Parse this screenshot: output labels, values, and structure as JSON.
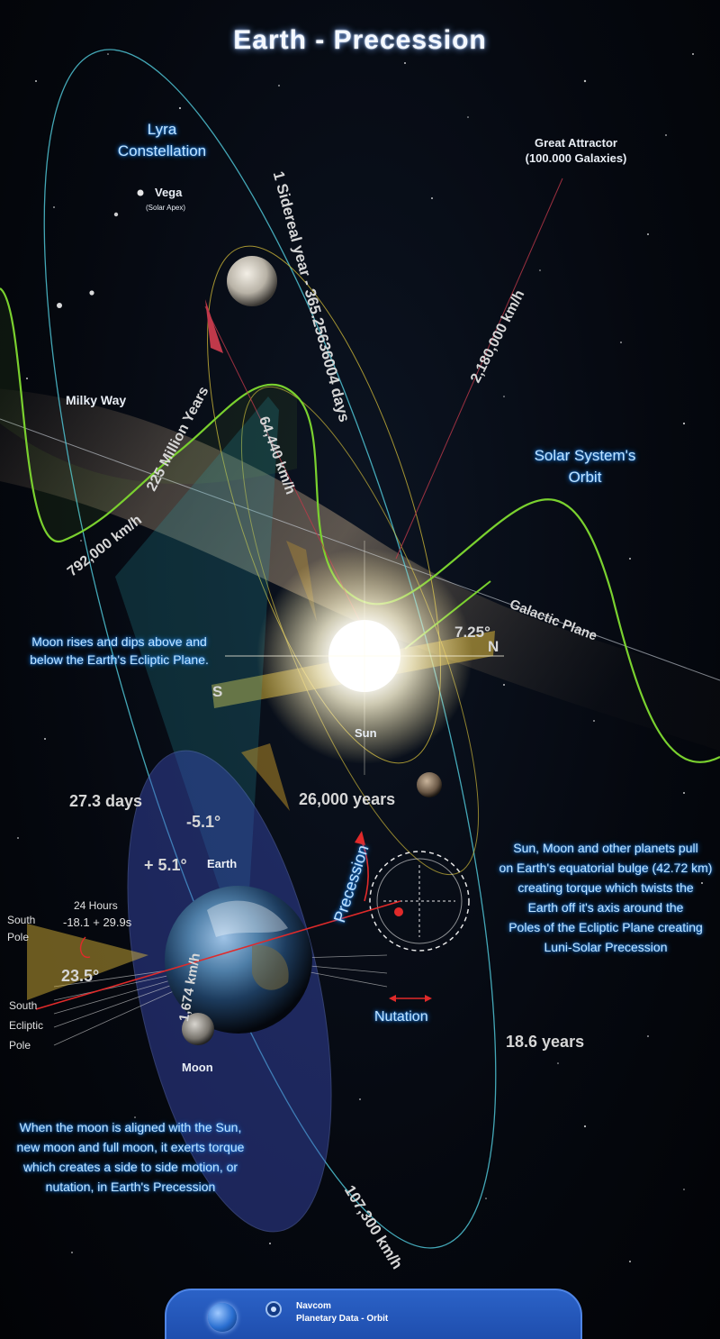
{
  "title": "Earth - Precession",
  "labels": {
    "lyra": "Lyra\nConstellation",
    "vega": "Vega",
    "solar_apex": "(Solar Apex)",
    "great_attractor": "Great Attractor\n(100.000 Galaxies)",
    "milky_way": "Milky Way",
    "solar_orbit": "Solar System's\nOrbit",
    "galactic_plane": "Galactic Plane",
    "sun": "Sun",
    "earth": "Earth",
    "moon": "Moon",
    "precession": "Precession",
    "nutation": "Nutation",
    "south_pole": "South\nPole",
    "south_ecliptic_pole": "South\nEcliptic\nPole",
    "north_mark": "N",
    "south_mark": "S"
  },
  "values": {
    "sidereal_year": "1 Sidereal year - 365.25636004 days",
    "speed_attractor": "2,180,000 km/h",
    "speed_sun": "64,440 km/h",
    "galactic_year": "225 Million Years",
    "speed_galactic": "792,000 km/h",
    "galactic_tilt": "7.25°",
    "moon_period": "27.3 days",
    "moon_incl_neg": "-5.1°",
    "moon_incl_pos": "+ 5.1°",
    "precession_period": "26,000 years",
    "day_label": "24 Hours",
    "day_value": "-18.1 + 29.9s",
    "axial_tilt": "23.5°",
    "speed_rotation": "1,674 km/h",
    "nodal_period": "18.6 years",
    "speed_orbit": "107,300 km/h"
  },
  "captions": {
    "moon_plane": "Moon rises and dips above and\nbelow the Earth's Ecliptic Plane.",
    "torque": "Sun, Moon and other planets pull\non Earth's equatorial bulge  (42.72 km)\ncreating torque which  twists the\nEarth off it's axis around the\nPoles of the Ecliptic Plane creating\nLuni-Solar Precession",
    "nutation_note": "When the moon is aligned with the Sun,\nnew moon and full moon, it exerts torque\nwhich creates a side to side motion, or\nnutation, in Earth's Precession"
  },
  "navbar": {
    "line1": "Navcom",
    "line2": "Planetary Data - Orbit"
  },
  "colors": {
    "glow_text": "#bfe3ff",
    "orbit_cyan": "#4fc3d4",
    "orbit_yellow": "#d9c23a",
    "orbit_green": "#7ad12f",
    "plane_yellow": "#e8c23a",
    "arrow_red": "#e02a2a",
    "navbar_blue": "#2b62c7"
  }
}
